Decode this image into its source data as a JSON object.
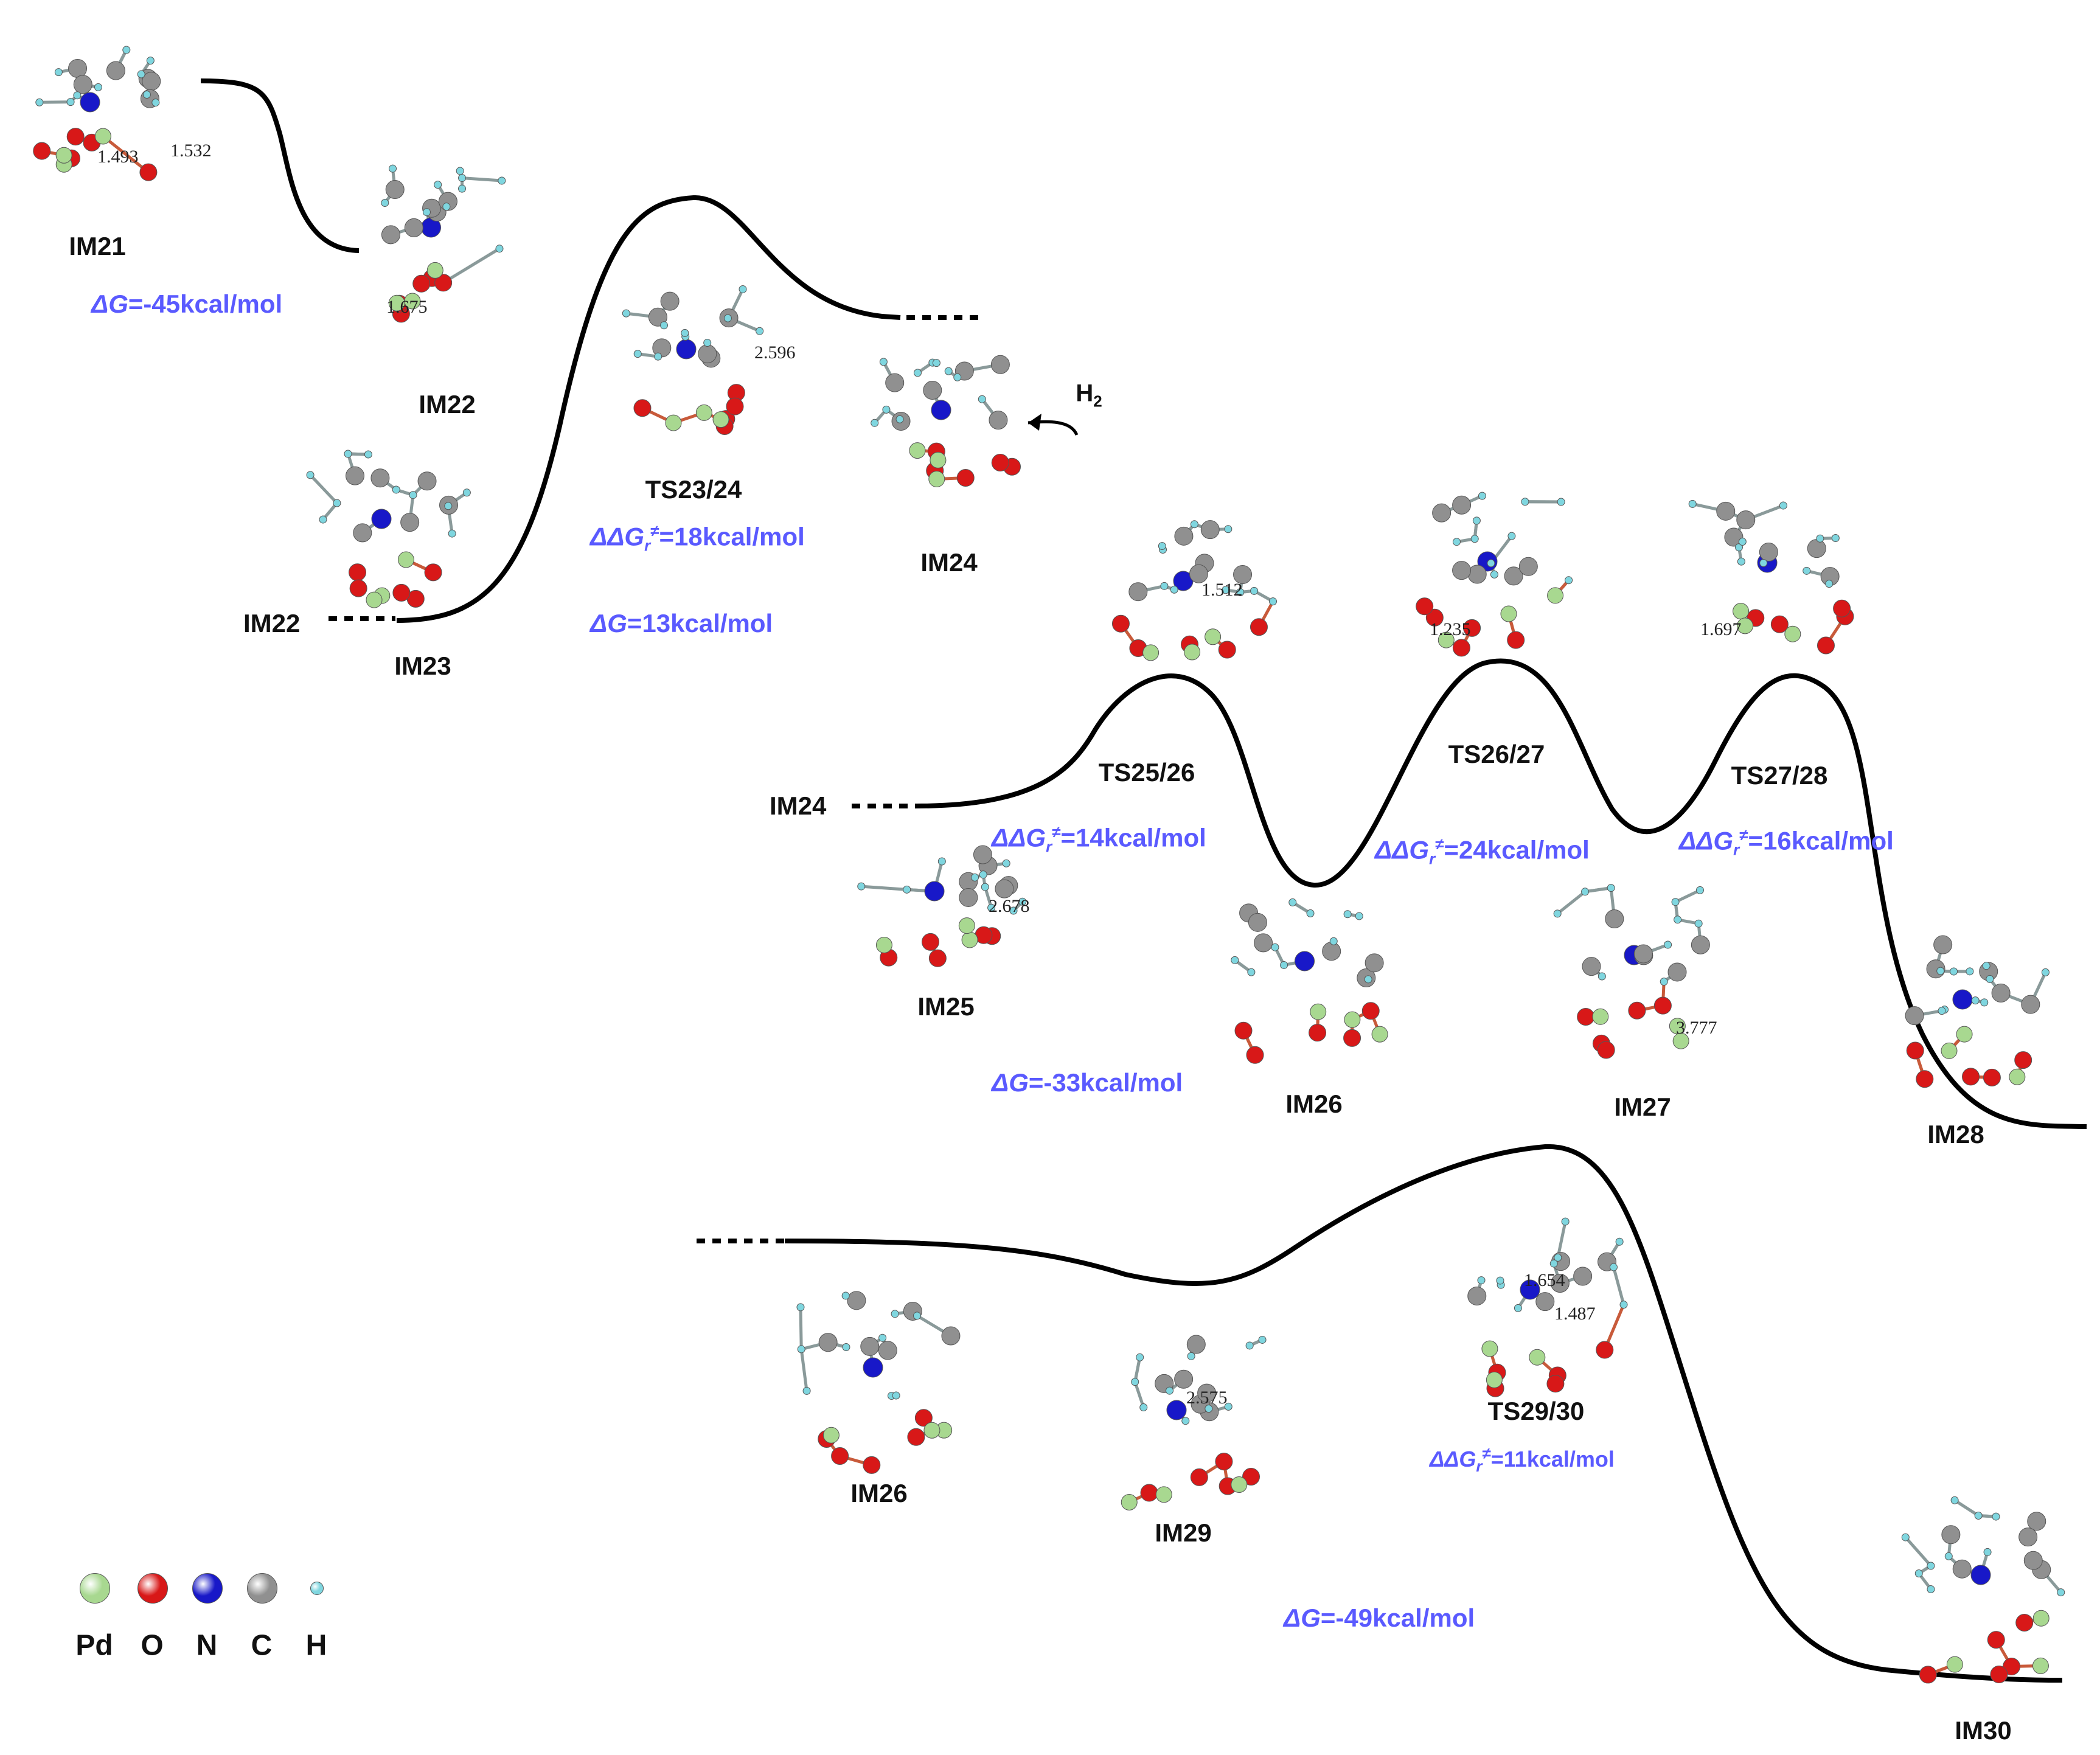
{
  "diagram": {
    "states": {
      "im21": "IM21",
      "im22_top": "IM22",
      "im22_left": "IM22",
      "im23": "IM23",
      "ts23_24": "TS23/24",
      "im24_top": "IM24",
      "im24_left": "IM24",
      "ts25_26": "TS25/26",
      "ts26_27": "TS26/27",
      "ts27_28": "TS27/28",
      "im25": "IM25",
      "im26_mid": "IM26",
      "im27": "IM27",
      "im28": "IM28",
      "im26_bottom": "IM26",
      "im29": "IM29",
      "ts29_30": "TS29/30",
      "im30": "IM30"
    },
    "energies": {
      "dg_im21_prefix": "ΔG",
      "dg_im21_value": "=-45kcal/mol",
      "ddg_ts23_prefix": "ΔΔG",
      "ddg_ts23_sub": "r",
      "ddg_ts23_sup": "≠",
      "ddg_ts23_value": "=18kcal/mol",
      "dg_ts23_prefix": "ΔG",
      "dg_ts23_value": "=13kcal/mol",
      "ddg_ts25_prefix": "ΔΔG",
      "ddg_ts25_sub": "r",
      "ddg_ts25_sup": "≠",
      "ddg_ts25_value": "=14kcal/mol",
      "ddg_ts26_prefix": "ΔΔG",
      "ddg_ts26_sub": "r",
      "ddg_ts26_sup": "≠",
      "ddg_ts26_value": "=24kcal/mol",
      "ddg_ts27_prefix": "ΔΔG",
      "ddg_ts27_sub": "r",
      "ddg_ts27_sup": "≠",
      "ddg_ts27_value": "=16kcal/mol",
      "dg_im25_prefix": "ΔG",
      "dg_im25_value": "=-33kcal/mol",
      "ddg_ts29_prefix": "ΔΔG",
      "ddg_ts29_sub": "r",
      "ddg_ts29_sup": "≠",
      "ddg_ts29_value": "=11kcal/mol",
      "dg_im30_prefix": "ΔG",
      "dg_im30_value": "=-49kcal/mol"
    },
    "distances": {
      "d1": "1.493",
      "d2": "1.532",
      "d3": "1.675",
      "d4": "2.596",
      "d5": "1.512",
      "d6": "1.235",
      "d7": "1.697",
      "d8": "2.678",
      "d9": "3.777",
      "d10": "1.654",
      "d11": "1.487",
      "d12": "2.575"
    },
    "h2_label": "H",
    "h2_sub": "2"
  },
  "legend": {
    "items": [
      {
        "symbol": "Pd",
        "color": "#a8d890"
      },
      {
        "symbol": "O",
        "color": "#d81818"
      },
      {
        "symbol": "N",
        "color": "#1818c8"
      },
      {
        "symbol": "C",
        "color": "#909090"
      },
      {
        "symbol": "H",
        "color": "#7fd6df"
      }
    ]
  },
  "colors": {
    "energy_text": "#5a5aff",
    "path": "#000000",
    "pd": "#a8d890",
    "o": "#d81818",
    "n": "#1818c8",
    "c": "#909090",
    "h": "#7fd6df"
  }
}
